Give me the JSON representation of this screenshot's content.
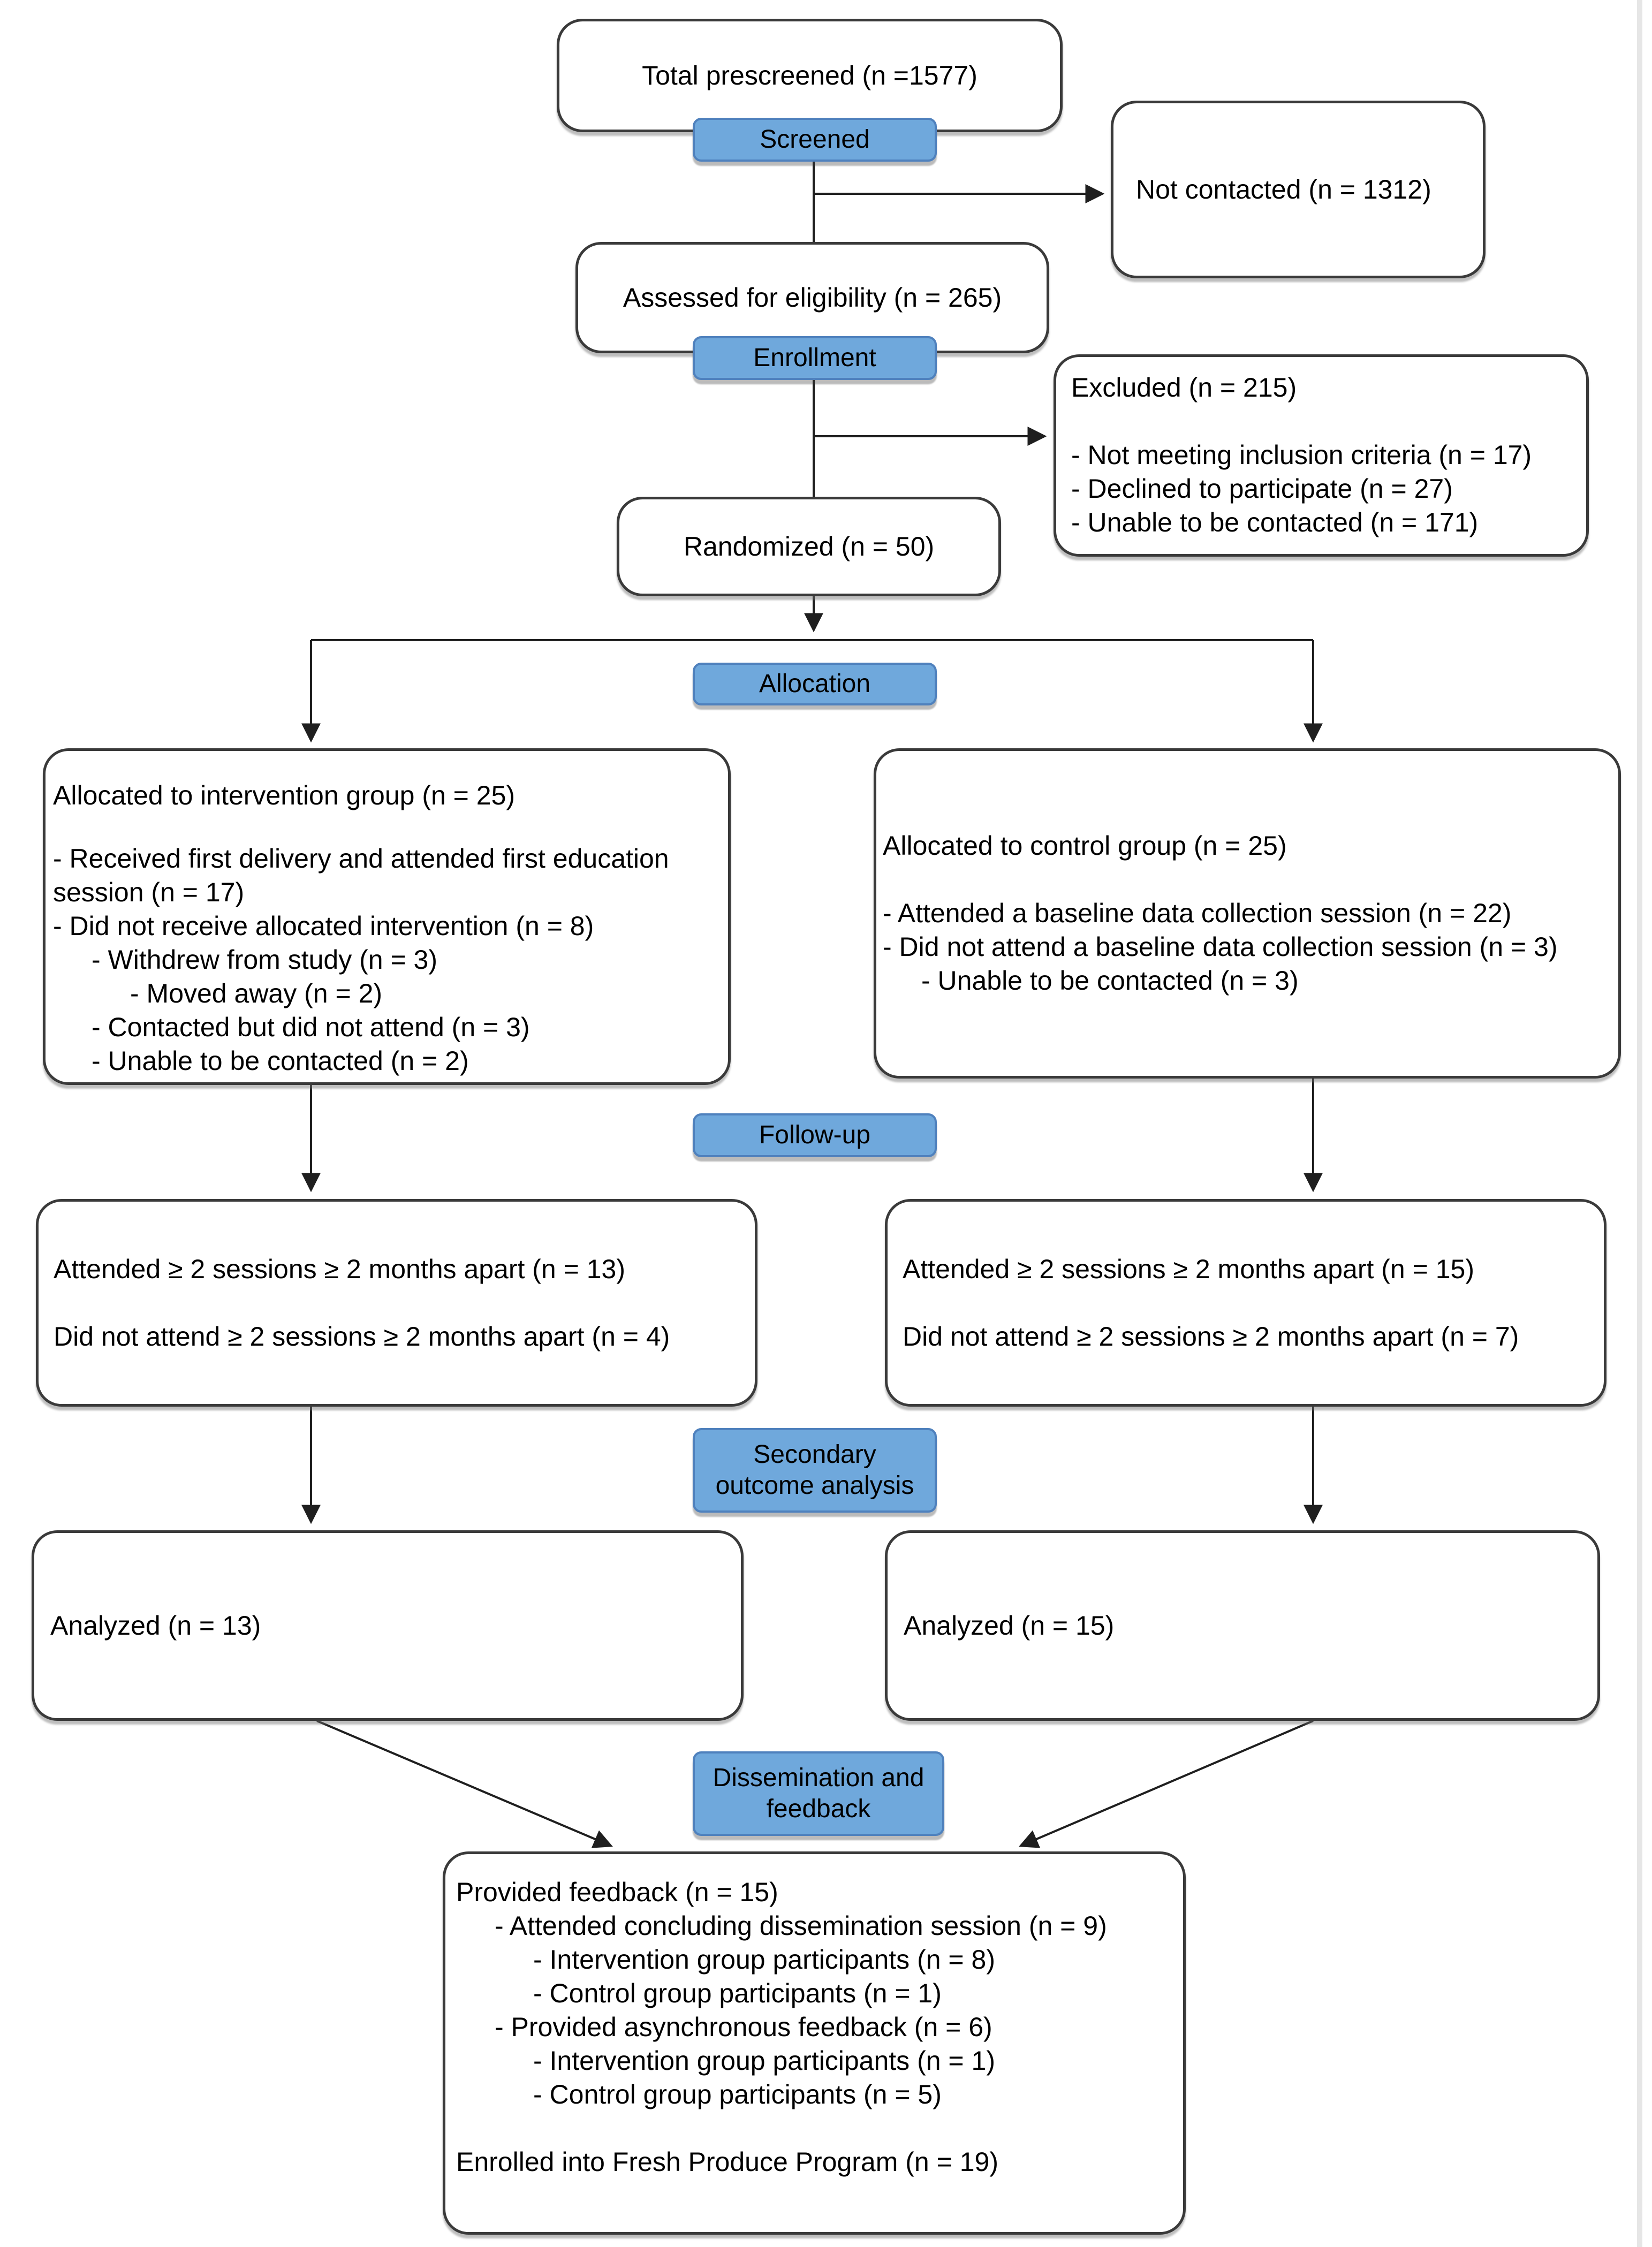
{
  "colors": {
    "stage_fill": "#6fa8dc",
    "stage_border": "#4f81bd",
    "box_border": "#3a3a3a",
    "arrow": "#1f1f1f"
  },
  "stages": {
    "screened": "Screened",
    "enrollment": "Enrollment",
    "allocation": "Allocation",
    "followup": "Follow-up",
    "secondary": "Secondary\noutcome analysis",
    "dissemination": "Dissemination and\nfeedback"
  },
  "boxes": {
    "total_prescreened": {
      "text": "Total prescreened (n =1577)"
    },
    "not_contacted": {
      "text": "Not contacted (n = 1312)"
    },
    "assessed": {
      "text": "Assessed for eligibility (n = 265)"
    },
    "excluded": {
      "title": "Excluded (n = 215)",
      "items": [
        "- Not meeting inclusion criteria (n = 17)",
        "- Declined to participate (n = 27)",
        "- Unable to be contacted (n = 171)"
      ]
    },
    "randomized": {
      "text": "Randomized (n = 50)"
    },
    "intervention_allocation": {
      "title": "Allocated to intervention group (n = 25)",
      "lines": [
        "- Received first delivery and attended first education",
        "session (n = 17)",
        "- Did not receive allocated intervention (n = 8)",
        "- Withdrew from study (n = 3)",
        "- Moved away (n = 2)",
        "- Contacted but did not attend (n = 3)",
        "- Unable to be contacted (n = 2)"
      ]
    },
    "control_allocation": {
      "title": "Allocated to control group (n = 25)",
      "lines": [
        "- Attended a baseline data collection session (n = 22)",
        "- Did not attend a baseline data collection session (n = 3)",
        "- Unable to be contacted (n = 3)"
      ]
    },
    "followup_intervention": {
      "line1": "Attended ≥ 2 sessions ≥ 2 months apart (n = 13)",
      "line2": "Did not attend ≥ 2 sessions ≥ 2 months apart (n = 4)"
    },
    "followup_control": {
      "line1": "Attended ≥ 2 sessions ≥ 2 months apart (n = 15)",
      "line2": "Did not attend ≥ 2 sessions ≥ 2 months apart (n = 7)"
    },
    "analyzed_intervention": {
      "text": "Analyzed (n = 13)"
    },
    "analyzed_control": {
      "text": "Analyzed (n = 15)"
    },
    "feedback": {
      "title": "Provided feedback (n = 15)",
      "lines": [
        "- Attended concluding dissemination session (n = 9)",
        "- Intervention group participants (n = 8)",
        "- Control group participants (n = 1)",
        "- Provided asynchronous feedback (n = 6)",
        "- Intervention group participants (n = 1)",
        "- Control group participants (n = 5)"
      ],
      "footer": "Enrolled into Fresh Produce Program (n = 19)"
    }
  }
}
